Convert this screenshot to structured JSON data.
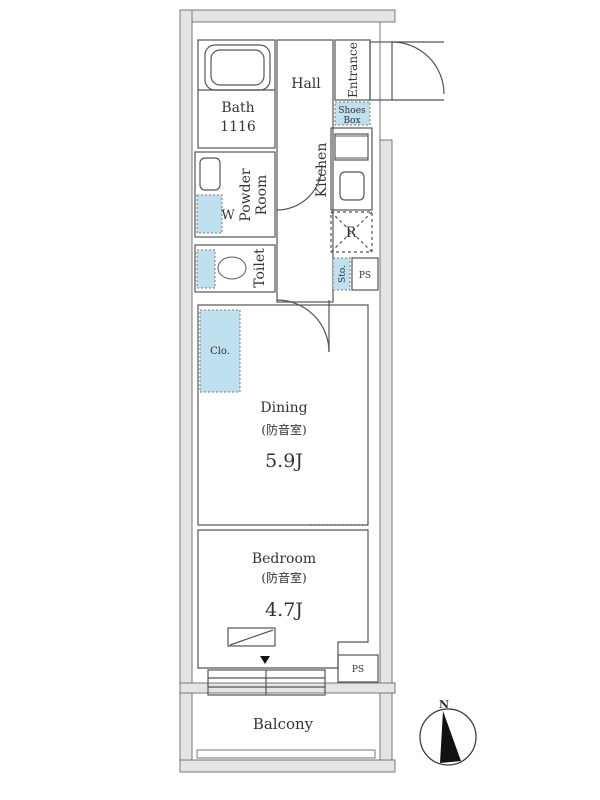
{
  "rooms": {
    "hall": "Hall",
    "entrance": "Entrance",
    "shoes_box": [
      "Shoes",
      "Box"
    ],
    "bath": [
      "Bath",
      "1116"
    ],
    "powder_room": [
      "Powder",
      "Room"
    ],
    "washer": "W",
    "kitchen": "Kitchen",
    "refrigerator": "R",
    "toilet": "Toilet",
    "storage": "Sto.",
    "ps_upper": "PS",
    "closet": "Clo.",
    "dining": {
      "name": "Dining",
      "note": "(防音室)",
      "size": "5.9J"
    },
    "bedroom": {
      "name": "Bedroom",
      "note": "(防音室)",
      "size": "4.7J"
    },
    "ps_lower": "PS",
    "balcony": "Balcony"
  },
  "compass": {
    "label": "N"
  },
  "colors": {
    "wall": "#e4e4e4",
    "line": "#555555",
    "fixture_blue": "#bfe0ee",
    "compass": "#111111"
  }
}
